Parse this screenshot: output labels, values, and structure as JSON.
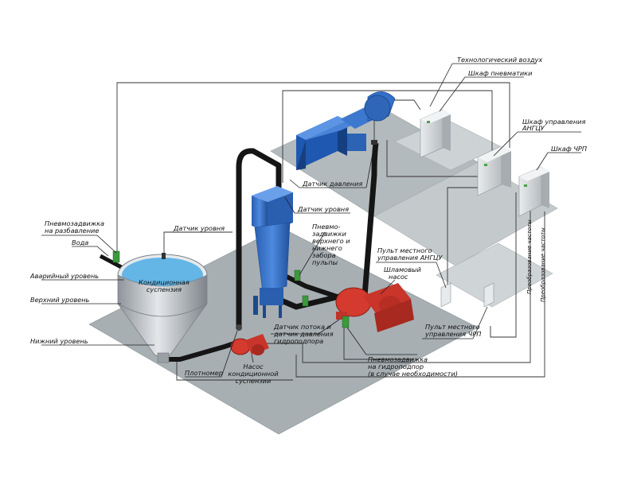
{
  "labels": {
    "tech_air": "Технологический воздух",
    "pneumatics_cabinet": "Шкаф пневматики",
    "angu_cabinet_l1": "Шкаф управления",
    "angu_cabinet_l2": "АНГЦУ",
    "vfd_cabinet": "Шкаф ЧРП",
    "pressure_sensor": "Датчик давления",
    "level_sensor_cyclone": "Датчик уровня",
    "level_sensor_tank": "Датчик уровня",
    "valve_dilution_l1": "Пневмозадвижка",
    "valve_dilution_l2": "на разбавление",
    "water": "Вода",
    "emergency_level": "Аварийный уровень",
    "upper_level": "Верхний уровень",
    "lower_level": "Нижний уровень",
    "tank_l1": "Кондиционная",
    "tank_l2": "суспензия",
    "valves_pulp_l1": "Пневмо-",
    "valves_pulp_l2": "задвижки",
    "valves_pulp_l3": "верхнего и",
    "valves_pulp_l4": "нижнего",
    "valves_pulp_l5": "забора",
    "valves_pulp_l6": "пульпы",
    "slurry_pump_l1": "Шламовый",
    "slurry_pump_l2": "насос",
    "local_panel_angu_l1": "Пульт местного",
    "local_panel_angu_l2": "управления АНГЦУ",
    "local_panel_vfd_l1": "Пульт местного",
    "local_panel_vfd_l2": "управления ЧРП",
    "vfd_1": "Преобразование частоты",
    "vfd_2": "Преобразование частоты",
    "flow_pressure_l1": "Датчик потока и",
    "flow_pressure_l2": "датчик давления",
    "flow_pressure_l3": "гидроподпора",
    "hydro_valve_l1": "Пневмозадвижка",
    "hydro_valve_l2": "на гидроподпор",
    "hydro_valve_l3": "(в случае необходимости)",
    "densimeter": "Плотномер",
    "cond_pump_l1": "Насос",
    "cond_pump_l2": "кондиционной",
    "cond_pump_l3": "суспензии"
  },
  "colors": {
    "floor": "#a8b0b4",
    "cyclone_blue": "#3a74c8",
    "pump_red": "#d43a2e",
    "pipe_black": "#1a1a1a",
    "valve_green": "#3b9a3a",
    "tank_steel": "#c8ccd0"
  }
}
